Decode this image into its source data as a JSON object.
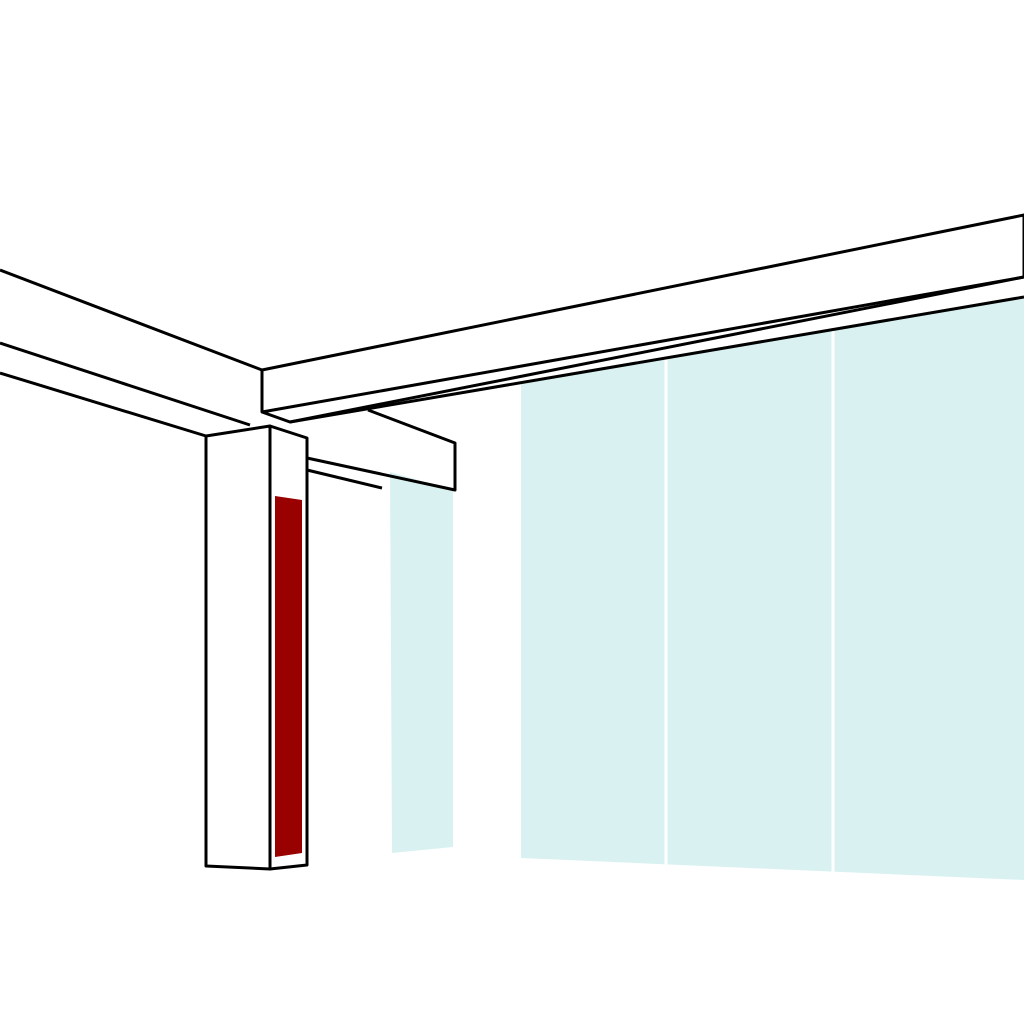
{
  "colors": {
    "glass": "#daf1f2",
    "accent_strip": "#990000",
    "outline": "#000000",
    "background": "#ffffff"
  },
  "icons": [
    "beam",
    "pillar",
    "glass-wall"
  ]
}
